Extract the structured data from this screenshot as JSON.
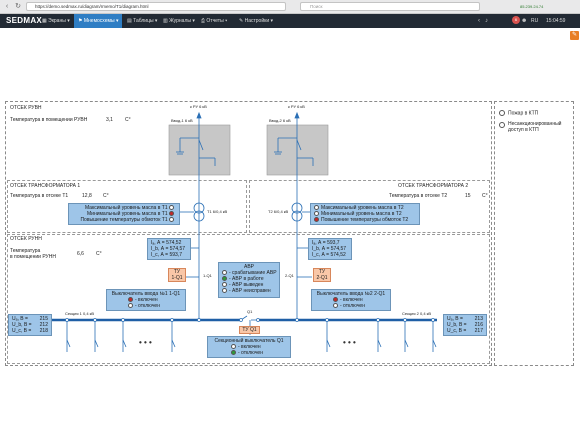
{
  "browser": {
    "url": "https://demo.sedmax.ru/diagram/rmemo/T1/diagram.html",
    "search_placeholder": "Поиск",
    "ip": "85.239.24.74"
  },
  "app": {
    "logo": "SEDMAX",
    "menu": [
      {
        "label": "Экраны",
        "active": false
      },
      {
        "label": "Мнемосхемы",
        "active": true
      },
      {
        "label": "Таблицы",
        "active": false
      },
      {
        "label": "Журналы",
        "active": false
      },
      {
        "label": "Отчеты",
        "active": false
      },
      {
        "label": "Настройки",
        "active": false
      }
    ],
    "notifications": "6",
    "lang": "RU",
    "time": "15:04:59"
  },
  "alarms": {
    "fire": "Пожар в КТП",
    "unauthorized": "Несанкционированный доступ в КТП"
  },
  "rvn": {
    "title": "ОТСЕК РУВН",
    "temp_label": "Температура в помещении РУВН",
    "temp_value": "3,1",
    "unit": "C°",
    "feed1_top": "к РУ 6 кВ",
    "feed1": "Ввод-1 6 кВ",
    "feed2_top": "к РУ 6 кВ",
    "feed2": "Ввод-2 6 кВ"
  },
  "tr1": {
    "title": "ОТСЕК ТРАНСФОРМАТОРА 1",
    "temp_label": "Температура в отсеке Т1",
    "temp_value": "12,8",
    "unit": "C°",
    "label": "Т1 6/0,4 кВ",
    "oil_max": "Максимальный уровень масла в Т1",
    "oil_min": "Минимальный уровень масла в Т1",
    "winding": "Повышение температуры обмоток Т1"
  },
  "tr2": {
    "title": "ОТСЕК ТРАНСФОРМАТОРА 2",
    "temp_label": "Температура в отсеке Т2",
    "temp_value": "15",
    "unit": "C°",
    "label": "Т2 6/0,4 кВ",
    "oil_max": "Максимальный уровень масла в Т2",
    "oil_min": "Минимальный уровень масла в Т2",
    "winding": "Повышение температуры обмоток Т2"
  },
  "rnn": {
    "title": "ОТСЕК РУНН",
    "temp_label1": "Температура",
    "temp_label2": "в помещении РУНН",
    "temp_value": "6,6",
    "unit": "C°"
  },
  "currents1": [
    "Iₐ, А =",
    "574,52",
    "I_b, А =",
    "574,57",
    "I_c, А =",
    "593,7"
  ],
  "currents2": [
    "Iₐ, А =",
    "593,7",
    "I_b, А =",
    "574,57",
    "I_c, А =",
    "574,52"
  ],
  "ty1": {
    "l1": "ТУ",
    "l2": "1-Q1",
    "bus": "1-Q1"
  },
  "ty2": {
    "l1": "ТУ",
    "l2": "2-Q1",
    "bus": "2-Q1"
  },
  "avr": {
    "title": "АВР",
    "items": [
      "- срабатывание АВР",
      "- АВР в работе",
      "- АВР выведен",
      "- АВР неисправен"
    ]
  },
  "breaker1": {
    "title": "Выключатель ввода №1 1-Q1",
    "on": "- включен",
    "off": "- отключен"
  },
  "breaker2": {
    "title": "Выключатель ввода №2 2-Q1",
    "on": "- включен",
    "off": "- отключен"
  },
  "section1": "Секция 1 0,4 кВ",
  "section2": "Секция 2 0,4 кВ",
  "q1": "Q1",
  "tyq1": "ТУ Q1",
  "sectional": {
    "title": "Секционный выключатель Q1",
    "on": "- включен",
    "off": "- отключен"
  },
  "voltages1": [
    {
      "l": "Uₐ, В =",
      "v": "215"
    },
    {
      "l": "U_b, В =",
      "v": "212"
    },
    {
      "l": "U_c, В =",
      "v": "218"
    }
  ],
  "voltages2": [
    {
      "l": "Uₐ, В =",
      "v": "213"
    },
    {
      "l": "U_b, В =",
      "v": "216"
    },
    {
      "l": "U_c, В =",
      "v": "217"
    }
  ],
  "dots": "• • •",
  "colors": {
    "accent": "#2f7ec4",
    "bus": "#1f5fa6",
    "panel": "#9ec5e8",
    "ty": "#f9c7a8"
  }
}
